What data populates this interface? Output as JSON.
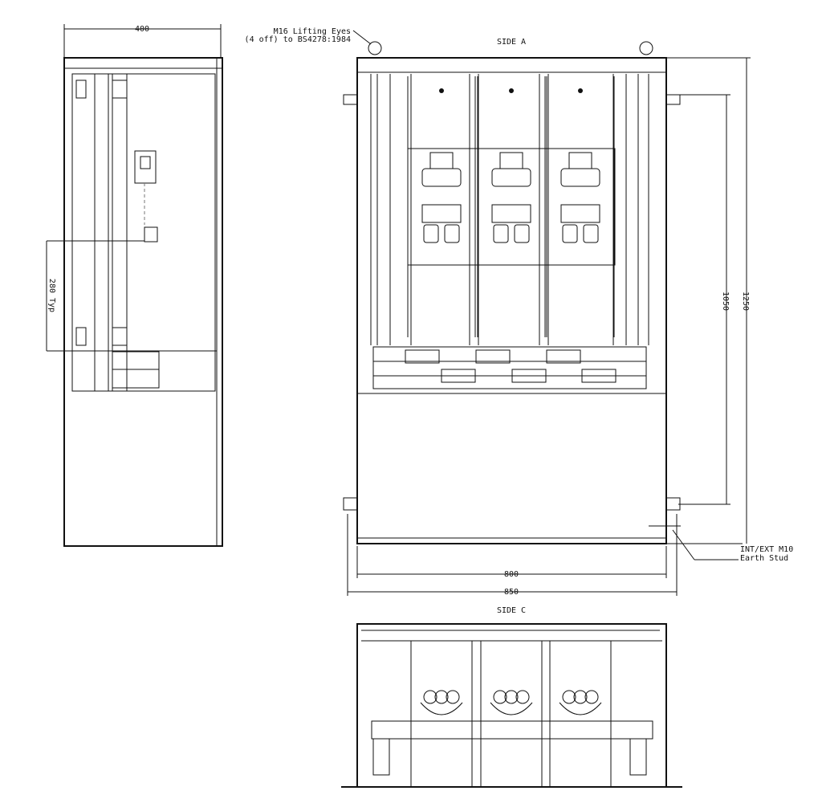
{
  "drawing": {
    "side_view": {
      "width_dim": "400",
      "pitch_dim": "280 Typ"
    },
    "side_a": {
      "title": "SIDE A",
      "lifting_note_line1": "M16 Lifting Eyes",
      "lifting_note_line2": "(4 off) to BS4278:1984",
      "height_inner_dim": "1050",
      "height_outer_dim": "1250",
      "width_inner_dim": "800",
      "width_outer_dim": "850",
      "earth_note_line1": "INT/EXT M10",
      "earth_note_line2": "Earth Stud"
    },
    "side_c": {
      "title": "SIDE C"
    }
  }
}
